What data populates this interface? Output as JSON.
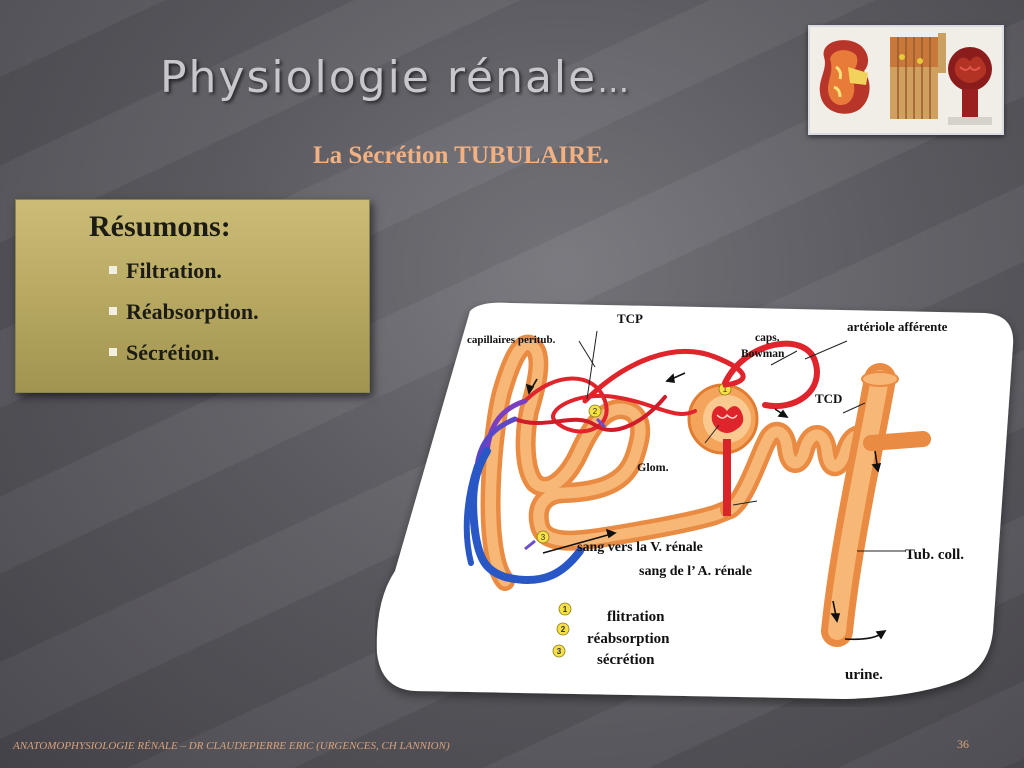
{
  "slide": {
    "title": "Physiologie rénale",
    "title_suffix": "…",
    "subtitle": "La Sécrétion TUBULAIRE.",
    "page_number": "36",
    "footer": "ANATOMOPHYSIOLOGIE RÉNALE – DR CLAUDEPIERRE ERIC (URGENCES, CH LANNION)"
  },
  "summary": {
    "heading": "Résumons:",
    "items": [
      "Filtration.",
      "Réabsorption.",
      "Sécrétion."
    ]
  },
  "diagram": {
    "labels": {
      "tcp": "TCP",
      "capillaires": "capillaires peritub.",
      "caps": "caps.",
      "bowman": "Bowman",
      "arteriole": "artériole afférente",
      "tcd": "TCD",
      "glom": "Glom.",
      "sang_vers": "sang vers la V. rénale",
      "sang_de": "sang de l’ A. rénale",
      "tub_coll": "Tub. coll.",
      "urine": "urine."
    },
    "legend": [
      {
        "num": "1",
        "label": "flitration"
      },
      {
        "num": "2",
        "label": "réabsorption"
      },
      {
        "num": "3",
        "label": "sécrétion"
      }
    ]
  },
  "colors": {
    "title": "#c8c8cc",
    "subtitle": "#f2b183",
    "box": "#b5a760",
    "tubule": "#f3a55a",
    "artery": "#e0242c",
    "vein": "#2a57c6"
  }
}
